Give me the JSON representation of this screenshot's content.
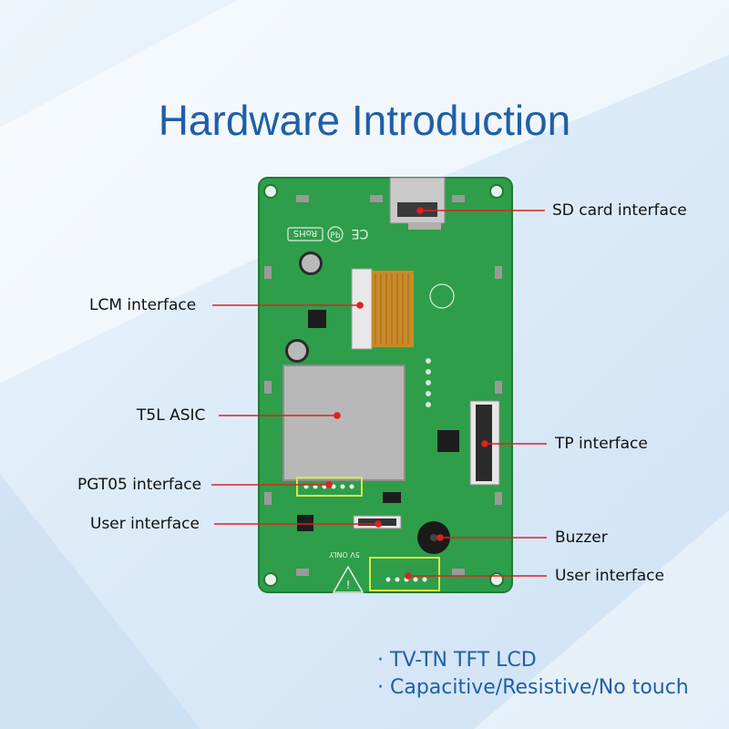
{
  "title": "Hardware Introduction",
  "labels": {
    "sd_card": "SD card interface",
    "lcm": "LCM interface",
    "t5l": "T5L ASIC",
    "tp": "TP interface",
    "pgt05": "PGT05 interface",
    "user_left": "User interface",
    "buzzer": "Buzzer",
    "user_right": "User interface"
  },
  "features": [
    "TV-TN TFT LCD",
    "Capacitive/Resistive/No touch"
  ],
  "silkscreen": {
    "rohs": "RoHS",
    "ce": "CE",
    "pb": "Pb",
    "voltage": "5V ONLY"
  },
  "colors": {
    "title": "#1f5fa8",
    "board": "#2e9e4a",
    "leader_line": "#e02020",
    "highlight_box": "#d8e840",
    "bullet_text": "#1f5fa8"
  }
}
